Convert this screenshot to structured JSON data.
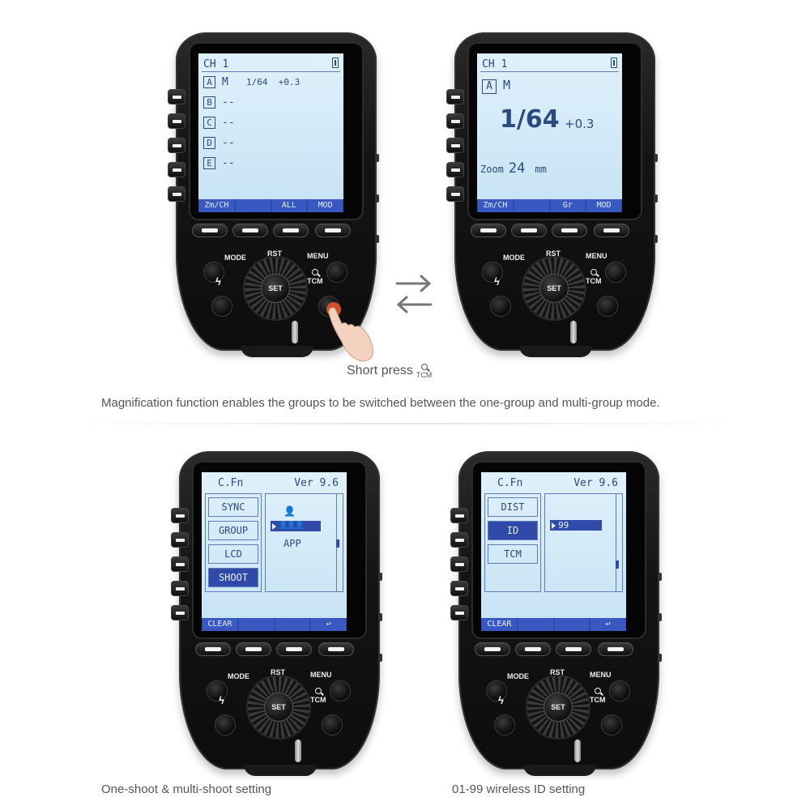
{
  "top_caption": "Magnification function enables the groups to be switched between the one-group and multi-group mode.",
  "short_press": "Short press",
  "tcm_symbol_label": "TCM",
  "bottom_captions": [
    "One-shoot & multi-shoot setting",
    "01-99 wireless ID setting"
  ],
  "device_labels": {
    "mode": "MODE",
    "rst": "RST",
    "menu": "MENU",
    "set": "SET",
    "tcm": "TCM"
  },
  "screen_multi": {
    "channel": "CH 1",
    "groups": [
      {
        "letter": "A",
        "mode": "M",
        "value": "1/64  +0.3"
      },
      {
        "letter": "B",
        "mode": "--",
        "value": ""
      },
      {
        "letter": "C",
        "mode": "--",
        "value": ""
      },
      {
        "letter": "D",
        "mode": "--",
        "value": ""
      },
      {
        "letter": "E",
        "mode": "--",
        "value": ""
      }
    ],
    "softkeys": [
      "Zm/CH",
      "",
      "ALL",
      "MOD"
    ]
  },
  "screen_single": {
    "channel": "CH 1",
    "group": "A",
    "mode": "M",
    "power": "1/64",
    "comp": "+0.3",
    "zoom_label": "Zoom",
    "zoom_value": "24",
    "zoom_unit": "mm",
    "softkeys": [
      "Zm/CH",
      "",
      "Gr",
      "MOD"
    ]
  },
  "screen_shoot": {
    "title": "C.Fn",
    "version": "Ver 9.6",
    "items": [
      "SYNC",
      "GROUP",
      "LCD",
      "SHOOT"
    ],
    "selected_index": 3,
    "selected_option": "",
    "app_label": "APP",
    "softkeys": [
      "CLEAR",
      "",
      "",
      "↩"
    ]
  },
  "screen_id": {
    "title": "C.Fn",
    "version": "Ver 9.6",
    "items": [
      "DIST",
      "ID",
      "TCM"
    ],
    "selected_index": 1,
    "selected_option": "99",
    "softkeys": [
      "CLEAR",
      "",
      "",
      "↩"
    ]
  },
  "colors": {
    "lcd_text": "#2b4a80",
    "lcd_bg": "#d3eaf8",
    "softbar": "#2f4aa8"
  }
}
